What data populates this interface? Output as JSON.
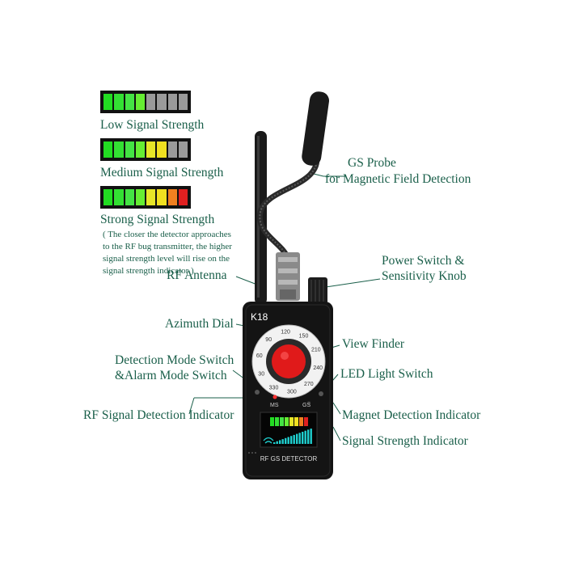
{
  "legend": {
    "low": {
      "label": "Low Signal Strength",
      "segments": [
        "#22dd22",
        "#33e033",
        "#44e444",
        "#66ee33",
        "#9a9a9a",
        "#9a9a9a",
        "#9a9a9a",
        "#9a9a9a"
      ]
    },
    "medium": {
      "label": "Medium Signal Strength",
      "segments": [
        "#22dd22",
        "#33e033",
        "#44e444",
        "#66ee33",
        "#e6e628",
        "#f0e020",
        "#9a9a9a",
        "#9a9a9a"
      ]
    },
    "strong": {
      "label": "Strong Signal Strength",
      "segments": [
        "#22dd22",
        "#33e033",
        "#44e444",
        "#66ee33",
        "#e6e628",
        "#f0e020",
        "#f08020",
        "#e02020"
      ]
    },
    "note": "( The closer the detector approaches to the RF bug transmitter, the higher signal strength level will rise on the signal strength indicator )"
  },
  "callouts": {
    "gs_probe_line1": "GS Probe",
    "gs_probe_line2": "for Magnetic Field Detection",
    "power_line1": "Power Switch &",
    "power_line2": "Sensitivity Knob",
    "rf_antenna": "RF Antenna",
    "azimuth_dial": "Azimuth Dial",
    "view_finder": "View Finder",
    "detection_line1": "Detection Mode Switch",
    "detection_line2": "&Alarm Mode Switch",
    "led_switch": "LED Light Switch",
    "rf_indicator": "RF Signal Detection Indicator",
    "magnet_indicator": "Magnet Detection Indicator",
    "signal_indicator": "Signal Strength Indicator"
  },
  "device": {
    "model": "K18",
    "footer": "RF GS DETECTOR",
    "ms": "MS",
    "gs": "GS",
    "dial_ticks": [
      "150",
      "210",
      "240",
      "270",
      "300",
      "330",
      "30",
      "60",
      "90",
      "120"
    ]
  },
  "colors": {
    "label": "#1a5f4a",
    "body": "#141414",
    "lens": "#e01a1a"
  }
}
